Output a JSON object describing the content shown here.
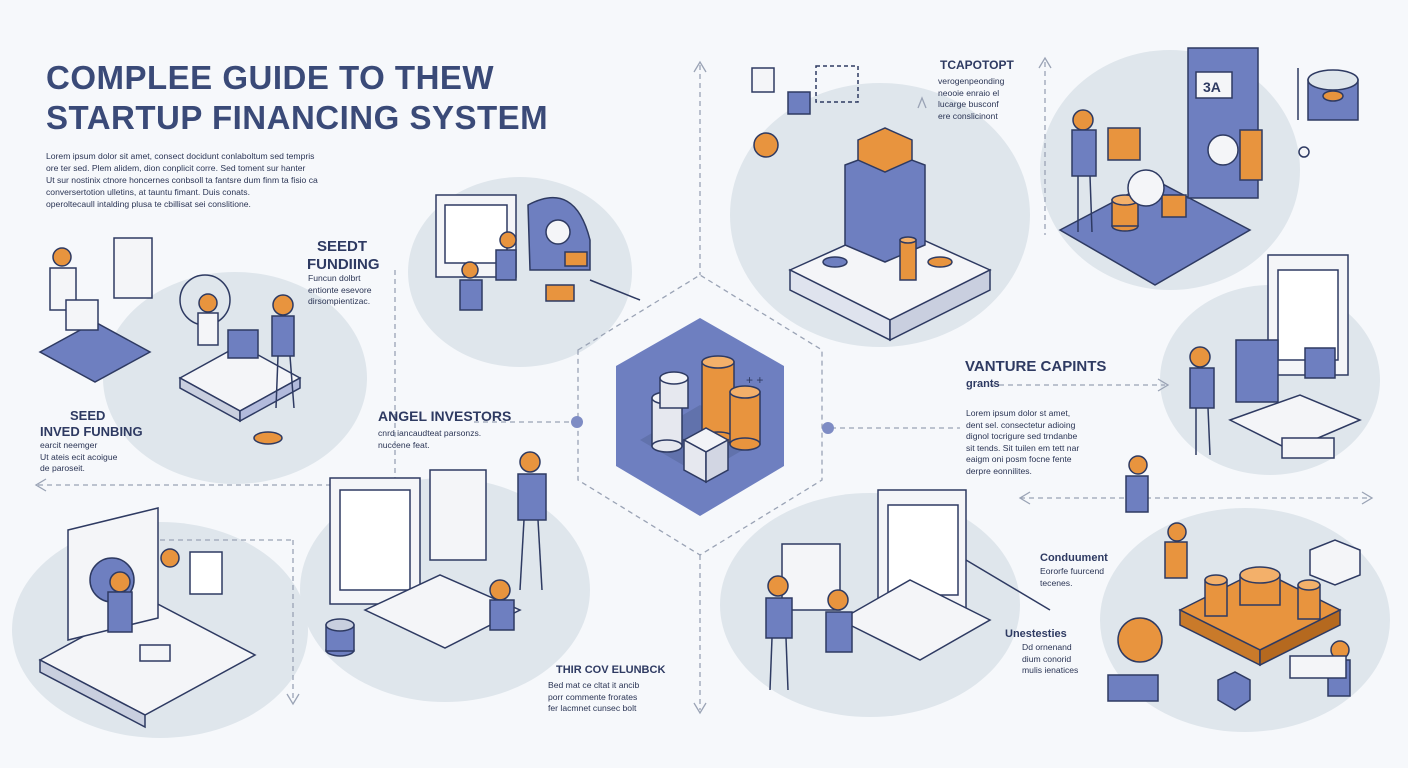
{
  "title": {
    "line1": "COMPLEE GUIDE TO THEW",
    "line2": "STARTUP FINANCING SYSTEM"
  },
  "intro": [
    "Lorem ipsum dolor sit amet, consect docidunt conlaboltum sed tempris",
    "ore ter sed. Plem alidem, dion conplicit corre. Sed toment sur hanter",
    "Ut sur nostinix ctnore honcernes conbsoll ta fantsre dum finm ta fisio ca",
    "conversertotion ulletins, at tauntu fimant. Duis conats.",
    "operoltecaull intalding plusa te cbillisat sei conslitione."
  ],
  "labels": {
    "seed_top": {
      "title1": "SEEDT",
      "title2": "FUNDIING",
      "lines": [
        "Funcun dolbrt",
        "entionte esevore",
        "dirsompientizac."
      ]
    },
    "seed_left": {
      "title1": "SEED",
      "title2": "INVED FUNBING",
      "lines": [
        "earcit neemger",
        "Ut ateis ecit acoigue",
        "de paroseit."
      ]
    },
    "angel": {
      "title": "ANGEL INVESTORS",
      "lines": [
        "cnrd iancaudteat parsonzs.",
        "nuccene feat."
      ]
    },
    "top_right": {
      "title": "TCAPOTOPT",
      "lines": [
        "verogenpeonding",
        "neooie enraio el",
        "lucarge busconf",
        "ere conslicinont"
      ]
    },
    "venture": {
      "title": "VANTURE CAPINTS",
      "sub": "grants",
      "lines": [
        "Lorem ipsum dolor st amet,",
        "dent sel. consectetur adioing",
        "dignol tocrigure sed trndanbe",
        "sit tends. Sit tuilen em tett nar",
        "eaigm oni posm focne fente",
        "derpre eonnilites."
      ]
    },
    "conductment": {
      "title": "Conduument",
      "lines": [
        "Eororfe fuurcend",
        "tecenes."
      ]
    },
    "universities": {
      "title": "Unestesties",
      "lines": [
        "Dd ornenand",
        "dium conorid",
        "mulis ienatices"
      ]
    },
    "bottom_mid": {
      "title": "THIR COV ELUNBCK",
      "lines": [
        "Bed mat ce cltat it ancib",
        "porr commente frorates",
        "fer lacmnet cunsec bolt"
      ]
    }
  },
  "icon_text": {
    "ba_sign": "3A"
  },
  "colors": {
    "accent_blue": "#6e7fc0",
    "navy": "#2e3a62",
    "orange": "#e8943e",
    "blob": "#dfe6ec",
    "background": "#f6f8fb"
  }
}
